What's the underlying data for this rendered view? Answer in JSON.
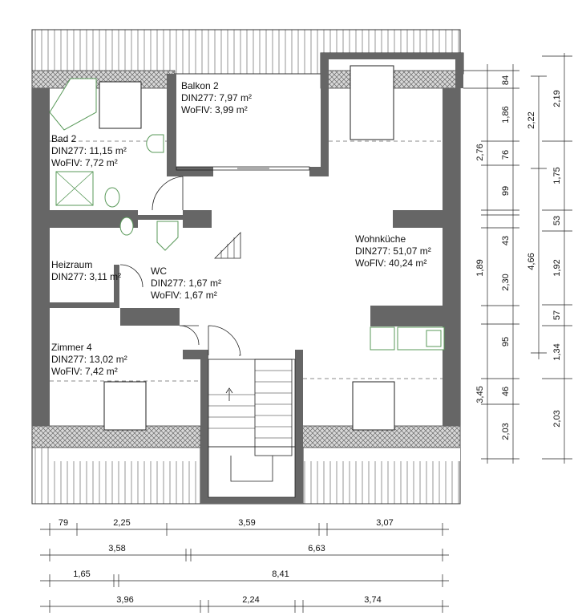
{
  "rooms": [
    {
      "name": "Balkon 2",
      "din": "DIN277: 7,97 m²",
      "wofiv": "WoFlV:  3,99 m²"
    },
    {
      "name": "Bad 2",
      "din": "DIN277: 11,15 m²",
      "wofiv": "WoFlV:    7,72 m²"
    },
    {
      "name": "Wohnküche",
      "din": "DIN277: 51,07 m²",
      "wofiv": "WoFlV:   40,24 m²"
    },
    {
      "name": "Heizraum",
      "din": "DIN277: 3,11 m²",
      "wofiv": ""
    },
    {
      "name": "WC",
      "din": "DIN277: 1,67 m²",
      "wofiv": "WoFlV:    1,67 m²"
    },
    {
      "name": "Zimmer 4",
      "din": "DIN277: 13,02 m²",
      "wofiv": "WoFlV:    7,42 m²"
    }
  ],
  "dimensions": {
    "bottom_row1": [
      "79",
      "2,25",
      "3,59",
      "3,07"
    ],
    "bottom_row2": [
      "3,58",
      "6,63"
    ],
    "bottom_row3": [
      "1,65",
      "8,41"
    ],
    "bottom_row4": [
      "3,96",
      "2,24",
      "3,74"
    ],
    "right_col1": [
      "2,76",
      "1,89",
      "3,45"
    ],
    "right_col2": [
      "84",
      "1,86",
      "76",
      "99",
      "43",
      "2,30",
      "95",
      "46",
      "2,03"
    ],
    "right_col3": [
      "2,22",
      "4,66"
    ],
    "right_col4": [
      "2,19",
      "1,75",
      "53",
      "1,92",
      "57",
      "1,34",
      "2,03"
    ]
  }
}
